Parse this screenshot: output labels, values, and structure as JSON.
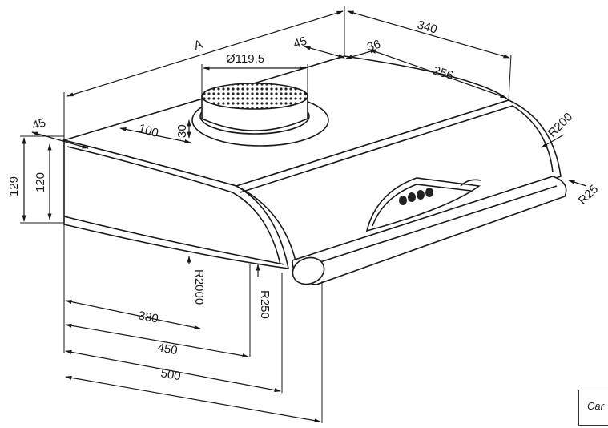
{
  "dimensions": {
    "overall_depth_a": "A",
    "depth": "340",
    "rear_offset": "45",
    "duct_offset": "36",
    "duct_to_front": "256",
    "duct_diameter": "Ø119,5",
    "duct_height": "30",
    "duct_side": "100",
    "side_offset": "45",
    "total_height": "129",
    "body_height": "120",
    "width_380": "380",
    "width_450": "450",
    "width_500": "500",
    "radius_2000": "R2000",
    "radius_250": "R250",
    "radius_200": "R200",
    "radius_25": "R25"
  },
  "title_block": {
    "label": "Car"
  }
}
